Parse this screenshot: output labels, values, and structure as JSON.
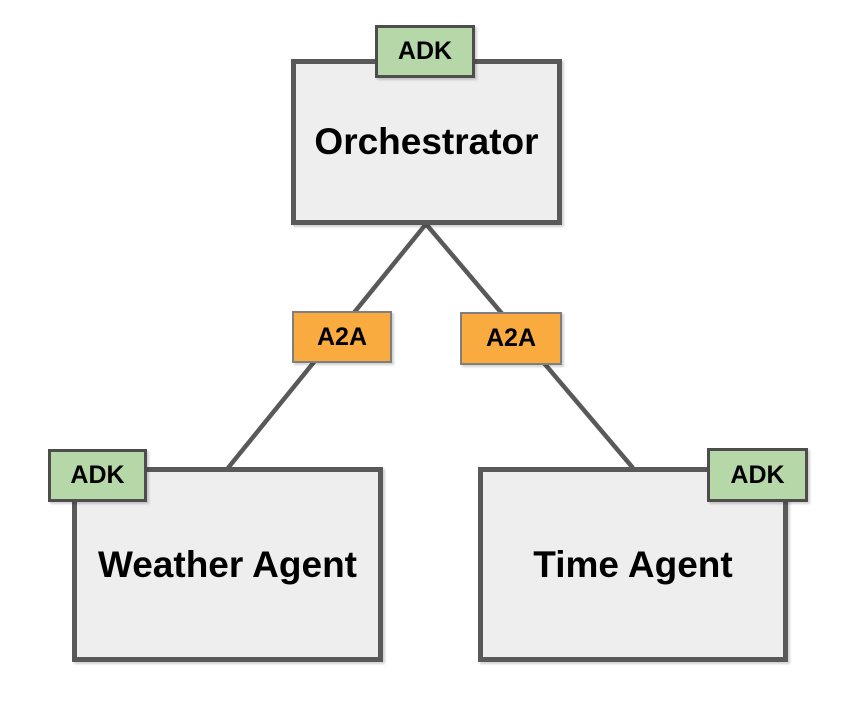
{
  "diagram": {
    "nodes": {
      "orchestrator": {
        "label": "Orchestrator",
        "badge": "ADK"
      },
      "weather": {
        "label": "Weather Agent",
        "badge": "ADK"
      },
      "time": {
        "label": "Time Agent",
        "badge": "ADK"
      }
    },
    "connectors": {
      "left": {
        "label": "A2A"
      },
      "right": {
        "label": "A2A"
      }
    },
    "colors": {
      "background": "#ffffff",
      "box_fill": "#eeeeee",
      "box_border": "#595959",
      "adk_fill": "#b6d7a8",
      "adk_border": "#4d4d4d",
      "a2a_fill": "#f9ab40",
      "a2a_border": "#7f7f7f",
      "connector": "#595959",
      "text": "#000000"
    }
  }
}
